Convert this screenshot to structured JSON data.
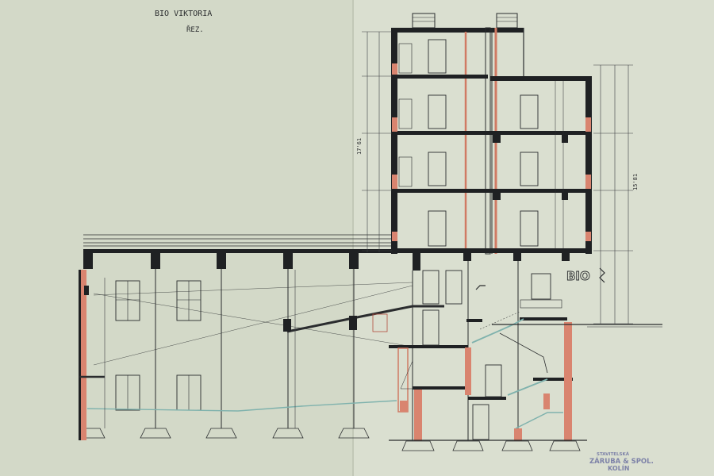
{
  "drawing": {
    "title": "BIO VIKTORIA",
    "subtitle": "ŘEZ.",
    "sign_text": "BIO",
    "stamp_line1": "STAVITELSKÁ",
    "stamp_line2": "ZÁRUBA & SPOL.",
    "stamp_line3": "KOLÍN",
    "total_height_label": "17'61",
    "right_height_label": "15'81"
  },
  "colors": {
    "paper_left": "#d3d9c8",
    "paper_right": "#dadfd0",
    "ink": "#2a2c2e",
    "red_fill": "#d9846f",
    "blue_line": "#7fb2ad",
    "stamp": "#7d82a8"
  }
}
